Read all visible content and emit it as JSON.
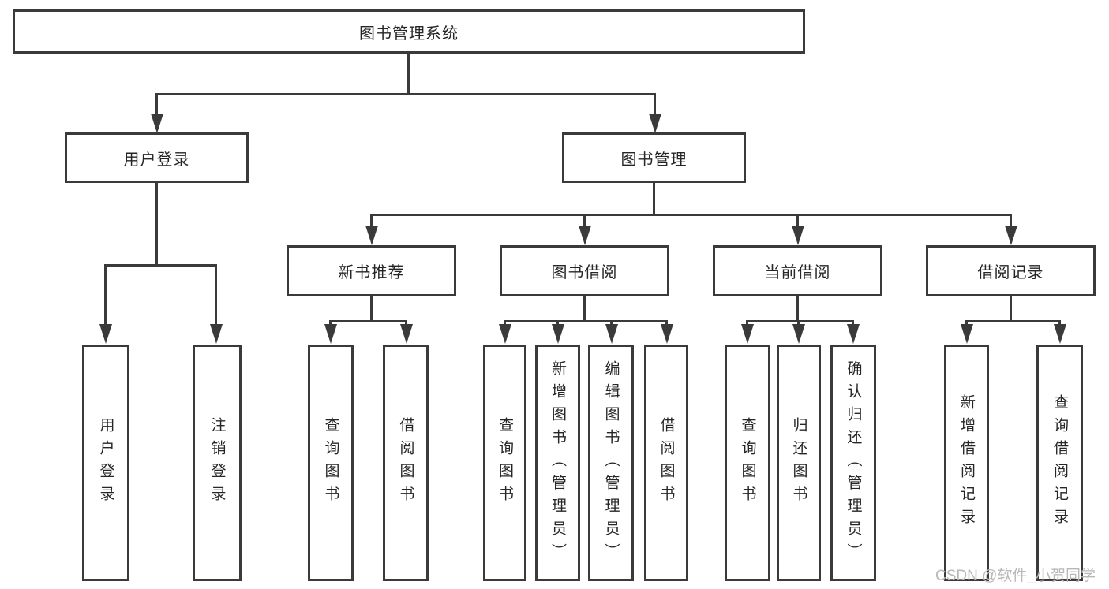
{
  "diagram": {
    "root": {
      "label": "图书管理系统"
    },
    "branches": [
      {
        "label": "用户登录",
        "children": [
          {
            "label": "用户登录"
          },
          {
            "label": "注销登录"
          }
        ]
      },
      {
        "label": "图书管理",
        "children": [
          {
            "label": "新书推荐",
            "children": [
              {
                "label": "查询图书"
              },
              {
                "label": "借阅图书"
              }
            ]
          },
          {
            "label": "图书借阅",
            "children": [
              {
                "label": "查询图书"
              },
              {
                "label": "新增图书（管理员）"
              },
              {
                "label": "编辑图书（管理员）"
              },
              {
                "label": "借阅图书"
              }
            ]
          },
          {
            "label": "当前借阅",
            "children": [
              {
                "label": "查询图书"
              },
              {
                "label": "归还图书"
              },
              {
                "label": "确认归还（管理员）"
              }
            ]
          },
          {
            "label": "借阅记录",
            "children": [
              {
                "label": "新增借阅记录"
              },
              {
                "label": "查询借阅记录"
              }
            ]
          }
        ]
      }
    ]
  },
  "watermark": {
    "text": "CSDN @软件_小贺同学"
  },
  "colors": {
    "line": "#3a3a3a",
    "text": "#262626",
    "watermark": "#b8b8b8",
    "background": "#ffffff"
  }
}
